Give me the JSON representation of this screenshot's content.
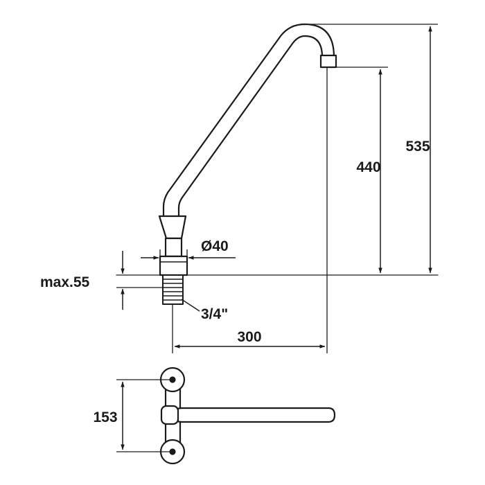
{
  "dimensions": {
    "height_total": "535",
    "height_outlet": "440",
    "diameter": "Ø40",
    "max_thickness": "max.55",
    "thread": "3/4\"",
    "reach": "300",
    "mount_spacing": "153"
  }
}
